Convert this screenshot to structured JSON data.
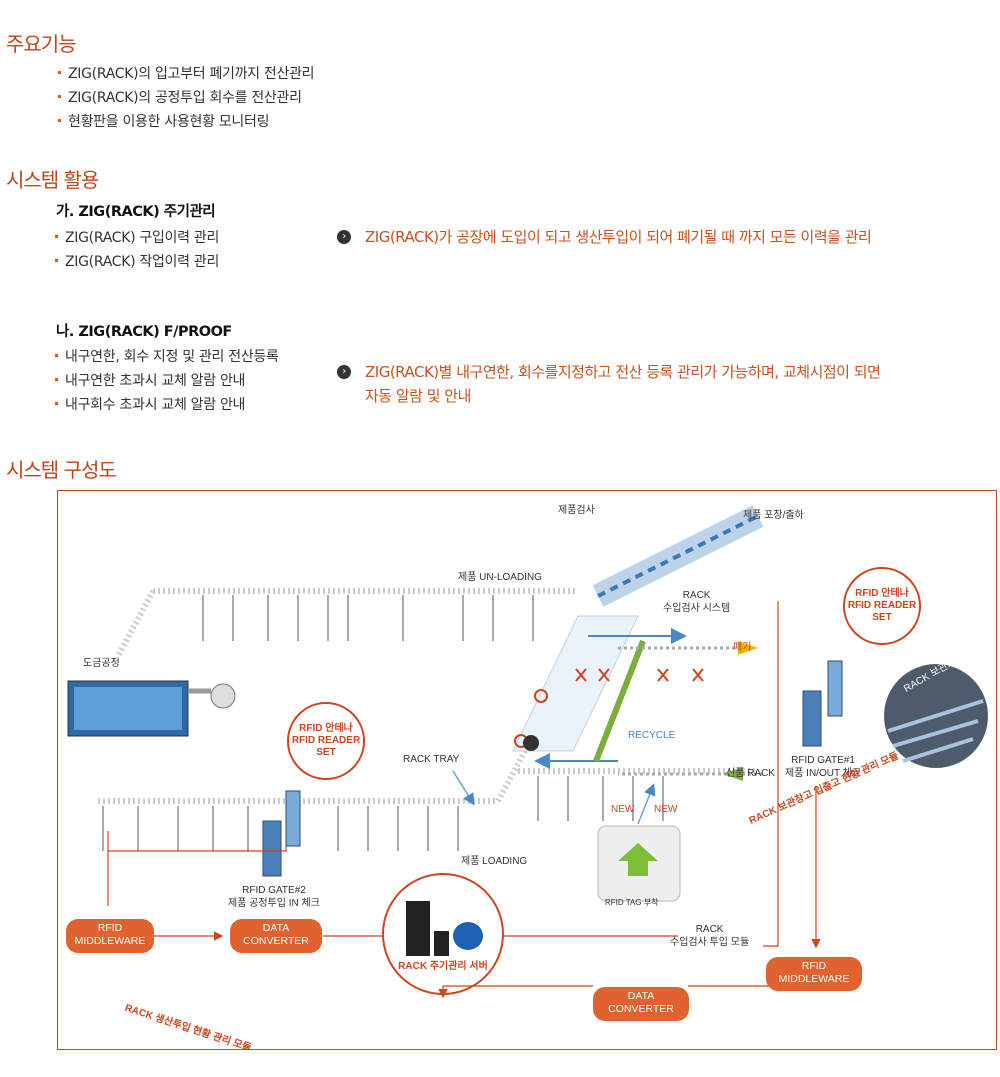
{
  "sections": {
    "main_features": {
      "title": "주요기능",
      "items": [
        "ZIG(RACK)의 입고부터 폐기까지 전산관리",
        "ZIG(RACK)의 공정투입 회수를 전산관리",
        "현황판을 이용한 사용현황 모니터링"
      ]
    },
    "system_usage": {
      "title": "시스템 활용",
      "a": {
        "title": "가. ZIG(RACK) 주기관리",
        "items": [
          "ZIG(RACK) 구입이력 관리",
          "ZIG(RACK) 작업이력 관리"
        ],
        "desc": "ZIG(RACK)가 공장에 도입이 되고 생산투입이 되어 폐기될 때 까지 모든 이력을 관리"
      },
      "b": {
        "title": "나. ZIG(RACK) F/PROOF",
        "items": [
          "내구연한, 회수 지정 및 관리 전산등록",
          "내구연한 초과시 교체 알람 안내",
          "내구회수 초과시 교체 알람 안내"
        ],
        "desc_line1": "ZIG(RACK)별 내구연한, 회수를지정하고 전산 등록 관리가 가능하며, 교체시점이 되면",
        "desc_line2": "자동 알람 및 안내"
      }
    },
    "system_diagram": {
      "title": "시스템 구성도",
      "labels": {
        "inspection": "제품검사",
        "packing": "제품 포장/출하",
        "unloading": "제품 UN-LOADING",
        "rack_inspect_sys_1": "RACK",
        "rack_inspect_sys_2": "수입검사 시스템",
        "plating": "도금공정",
        "scrap": "폐기",
        "recycle": "RECYCLE",
        "rack_tray": "RACK TRAY",
        "new_rack": "신품 RACK",
        "new1": "NEW",
        "new2": "NEW",
        "loading": "제품 LOADING",
        "rfid_tag": "RFID TAG 부착",
        "gate2_1": "RFID GATE#2",
        "gate2_2": "제품 공정투입 IN 체크",
        "gate1_1": "RFID GATE#1",
        "gate1_2": "제품 IN/OUT 체크",
        "rack_storage": "RACK 보관소",
        "rfid_set_left_1": "RFID 안테나",
        "rfid_set_left_2": "RFID READER",
        "rfid_set_left_3": "SET",
        "rfid_set_right_1": "RFID 안테나",
        "rfid_set_right_2": "RFID READER",
        "rfid_set_right_3": "SET",
        "mw_left_1": "RFID",
        "mw_left_2": "MIDDLEWARE",
        "dc_left_1": "DATA",
        "dc_left_2": "CONVERTER",
        "server": "RACK 주기관리 서버",
        "rack_in_1": "RACK",
        "rack_in_2": "수입검사 투입 모듈",
        "mw_right_1": "RFID",
        "mw_right_2": "MIDDLEWARE",
        "dc_bottom_1": "DATA",
        "dc_bottom_2": "CONVERTER",
        "module_left": "RACK 생산투입 현황 관리 모듈",
        "module_right": "RACK 보관창고 입출고 현황 관리 모듈"
      }
    }
  }
}
